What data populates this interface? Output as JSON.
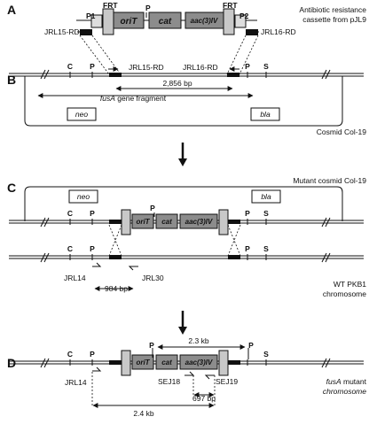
{
  "panels": {
    "A": {
      "letter": "A",
      "caption_line1": "Antibiotic resistance",
      "caption_line2": "cassette from pJL9",
      "frt_left": "FRT",
      "frt_right": "FRT",
      "p1": "P1",
      "p2": "P2",
      "p": "P",
      "oriT": "oriT",
      "cat": "cat",
      "aac": "aac(3)IV",
      "primer_left": "JRL15-RD",
      "primer_right": "JRL16-RD"
    },
    "B": {
      "letter": "B",
      "caption": "Cosmid Col-19",
      "c": "C",
      "p_left": "P",
      "p_right": "P",
      "s": "S",
      "primer_left": "JRL15-RD",
      "primer_right": "JRL16-RD",
      "size": "2,856 bp",
      "fragment_gene": "fusA",
      "fragment_rest": " gene fragment",
      "neo": "neo",
      "bla": "bla"
    },
    "C": {
      "letter": "C",
      "caption_top": "Mutant cosmid Col-19",
      "caption_bottom1": "WT PKB1",
      "caption_bottom2": "chromosome",
      "neo": "neo",
      "bla": "bla",
      "c_top": "C",
      "p_top": "P",
      "p_mid": "P",
      "p_top_right": "P",
      "s_top": "S",
      "c_bottom": "C",
      "p_bottom": "P",
      "p_bottom_right": "P",
      "s_bottom": "S",
      "oriT": "oriT",
      "cat": "cat",
      "aac": "aac(3)IV",
      "primer_left": "JRL14",
      "primer_right": "JRL30",
      "size": "984 bp"
    },
    "D": {
      "letter": "D",
      "caption_gene": "fusA",
      "caption_rest": " mutant",
      "caption_line2": "chromosome",
      "c": "C",
      "p_left": "P",
      "p_mid": "P",
      "p_right": "P",
      "s": "S",
      "oriT": "oriT",
      "cat": "cat",
      "aac": "aac(3)IV",
      "size_top": "2.3 kb",
      "primer_left": "JRL14",
      "primer_sej18": "SEJ18",
      "primer_sej19": "SEJ19",
      "size_697": "697 bp",
      "size_bottom": "2.4 kb"
    }
  },
  "colors": {
    "cassette_fill": "#8c8c8c",
    "frt_fill": "#c8c8c8",
    "line": "#111111"
  }
}
